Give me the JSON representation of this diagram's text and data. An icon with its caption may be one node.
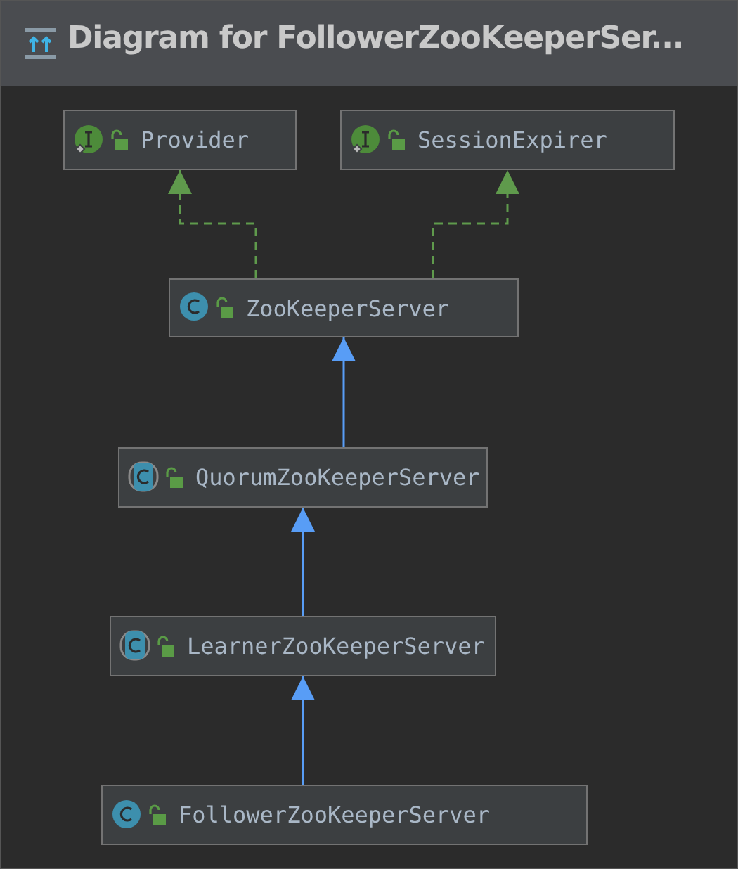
{
  "diagram": {
    "title": "Diagram for FollowerZooKeeperSer...",
    "nodes": [
      {
        "text": [
          "Provider"
        ]
      },
      {
        "text": [
          "SessionExpirer"
        ]
      },
      {
        "text": [
          "ZooKeeperServer"
        ]
      },
      {
        "text": [
          "QuorumZooKeeperServer"
        ]
      },
      {
        "text": [
          "LearnerZooKeeperServer"
        ]
      },
      {
        "text": [
          "FollowerZooKeeperServer"
        ]
      }
    ],
    "edges": [
      {
        "from": 2,
        "to": 0,
        "arrow": "to",
        "style": "dashed",
        "color": "#5f9a4c"
      },
      {
        "from": 2,
        "to": 1,
        "arrow": "to",
        "style": "dashed",
        "color": "#5f9a4c"
      },
      {
        "from": 3,
        "to": 2,
        "arrow": "to"
      },
      {
        "from": 4,
        "to": 3,
        "arrow": "to"
      },
      {
        "from": 5,
        "to": 4,
        "arrow": "to"
      }
    ]
  }
}
